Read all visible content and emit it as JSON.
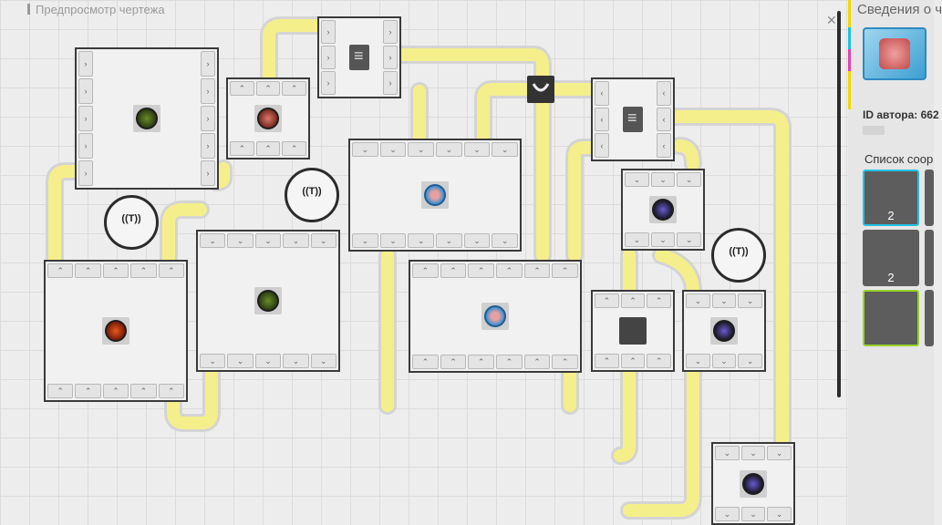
{
  "header": {
    "title": "Предпросмотр чертежа"
  },
  "sidebar": {
    "title": "Сведения о ч",
    "author_label": "ID автора: 662",
    "list_label": "Список соор",
    "tiles": [
      {
        "count": "2"
      },
      {
        "count": "2"
      },
      {
        "count": ""
      }
    ]
  },
  "colors": {
    "belt": "#f4ef8a",
    "belt_edge": "#d6d6d6",
    "machine_border": "#3a3a3a",
    "accent": "#23c2e8"
  },
  "machines": [
    {
      "name": "machine-1",
      "item": "green"
    },
    {
      "name": "machine-2",
      "item": "meat"
    },
    {
      "name": "machine-3",
      "item": "doc"
    },
    {
      "name": "machine-4",
      "item": "card"
    },
    {
      "name": "machine-5",
      "item": "doc"
    },
    {
      "name": "machine-6",
      "item": "purple"
    },
    {
      "name": "machine-7",
      "item": "red"
    },
    {
      "name": "machine-8",
      "item": "green"
    },
    {
      "name": "machine-9",
      "item": "card"
    },
    {
      "name": "machine-10",
      "item": "none"
    },
    {
      "name": "machine-11",
      "item": "purple"
    },
    {
      "name": "machine-12",
      "item": "purple"
    }
  ]
}
